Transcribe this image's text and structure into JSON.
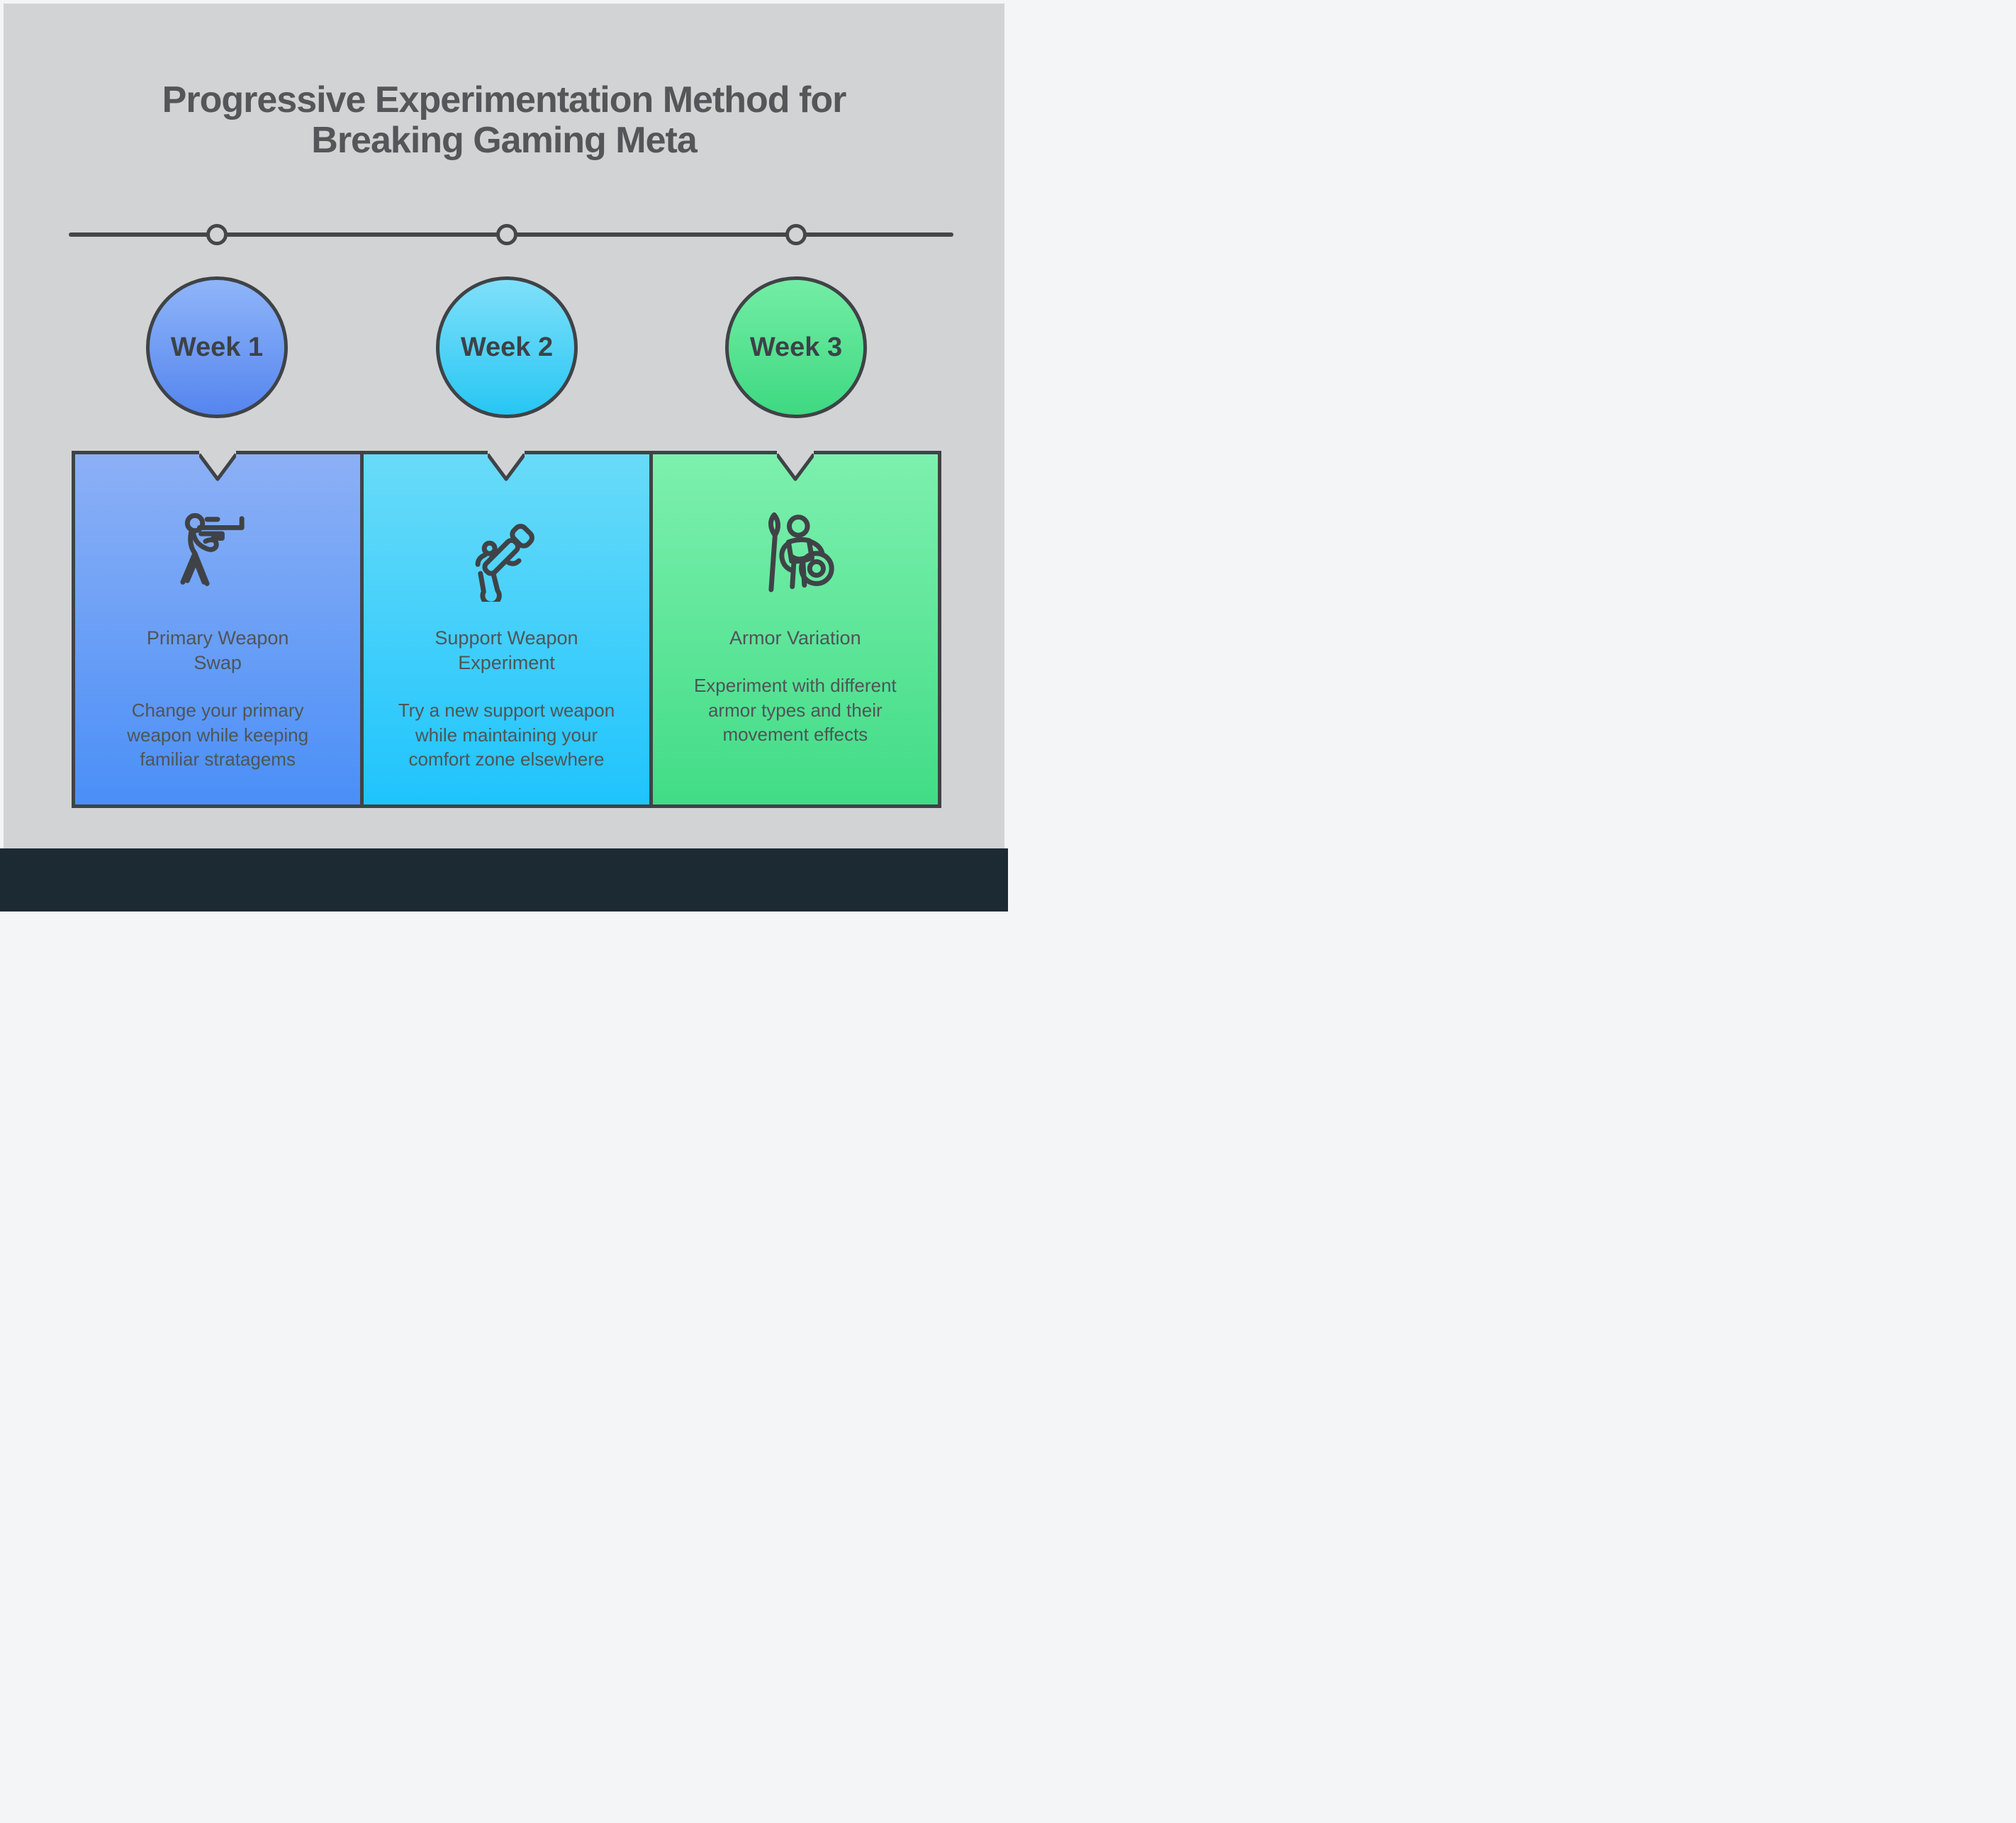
{
  "title": "Progressive Experimentation Method for Breaking Gaming Meta",
  "weeks": [
    {
      "label": "Week 1"
    },
    {
      "label": "Week 2"
    },
    {
      "label": "Week 3"
    }
  ],
  "cards": [
    {
      "title": "Primary Weapon Swap",
      "description": "Change your primary weapon while keeping familiar stratagems",
      "icon": "rifleman-aiming-icon"
    },
    {
      "title": "Support Weapon Experiment",
      "description": "Try a new support weapon while maintaining your comfort zone elsewhere",
      "icon": "blunderbuss-gun-icon"
    },
    {
      "title": "Armor Variation",
      "description": "Experiment with different armor types and their movement effects",
      "icon": "warrior-spear-shield-icon"
    }
  ],
  "colors": {
    "canvas_background": "#d2d3d4",
    "frame_border": "#f4f5f6",
    "footer_band": "#1c2a34",
    "outline_stroke": "#3f4347",
    "title_text": "#545659",
    "body_text": "#4f5458",
    "week1_gradient": [
      "#8fb5f9",
      "#5585ef"
    ],
    "week2_gradient": [
      "#7fe0fa",
      "#27c6f3"
    ],
    "week3_gradient": [
      "#73eda5",
      "#3ed981"
    ],
    "card1_gradient": [
      "#8cb0f6",
      "#4a8ff7"
    ],
    "card2_gradient": [
      "#68dbf8",
      "#1fc4fd"
    ],
    "card3_gradient": [
      "#7df0ae",
      "#41dc86"
    ]
  }
}
